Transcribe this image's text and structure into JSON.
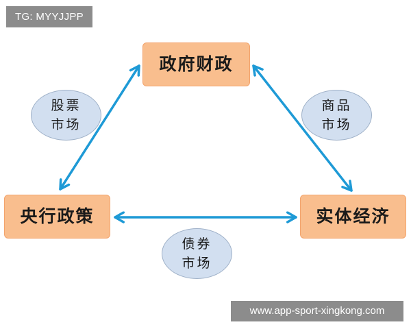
{
  "tags": {
    "top": "TG: MYYJJPP",
    "bottom": "www.app-sport-xingkong.com"
  },
  "nodes": {
    "government_finance": "政府财政",
    "central_bank_policy": "央行政策",
    "real_economy": "实体经济"
  },
  "markets": {
    "stock": {
      "line1": "股票",
      "line2": "市场"
    },
    "goods": {
      "line1": "商品",
      "line2": "市场"
    },
    "bond": {
      "line1": "债券",
      "line2": "市场"
    }
  },
  "colors": {
    "node_fill": "#f9be8e",
    "market_fill": "#d2dff0",
    "arrow": "#1e9ad6",
    "tag_fill": "#8c8c8c"
  }
}
